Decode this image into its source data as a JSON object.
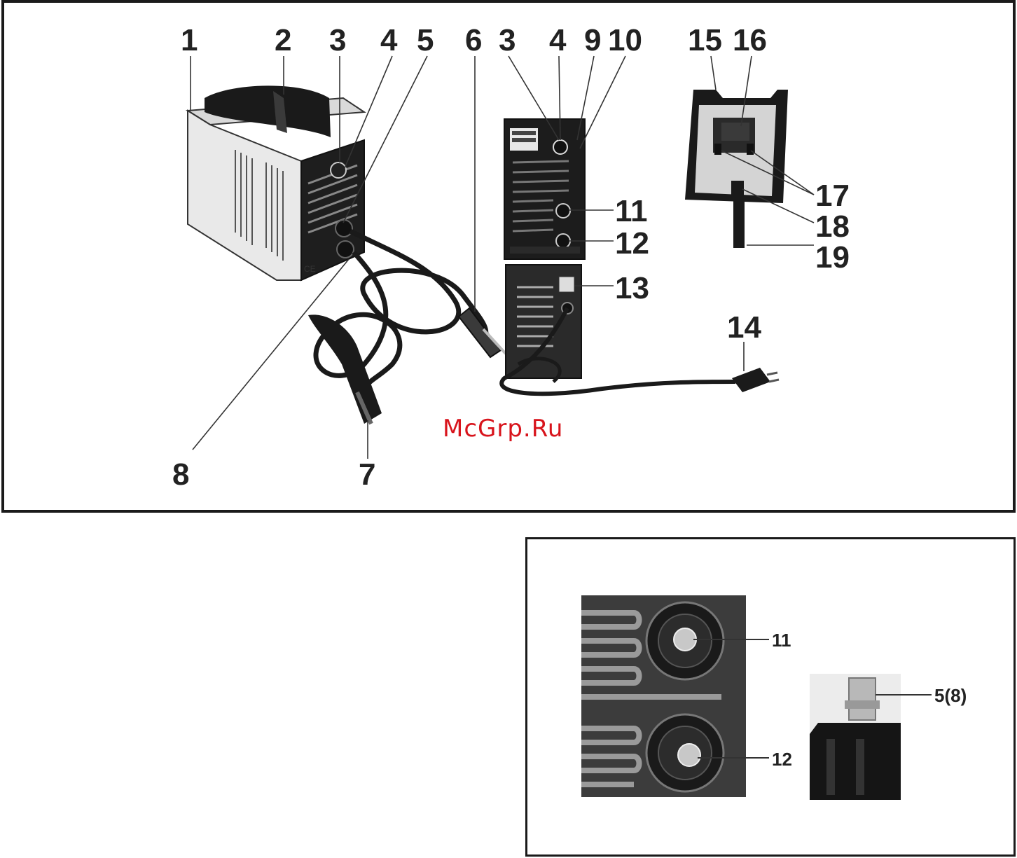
{
  "callouts_main": [
    "1",
    "2",
    "3",
    "4",
    "5",
    "6",
    "3",
    "4",
    "9",
    "10",
    "15",
    "16",
    "17",
    "18",
    "19",
    "11",
    "12",
    "13",
    "14",
    "8",
    "7"
  ],
  "callouts_detail": [
    "11",
    "12",
    "5(8)"
  ],
  "watermark": "McGrp.Ru"
}
